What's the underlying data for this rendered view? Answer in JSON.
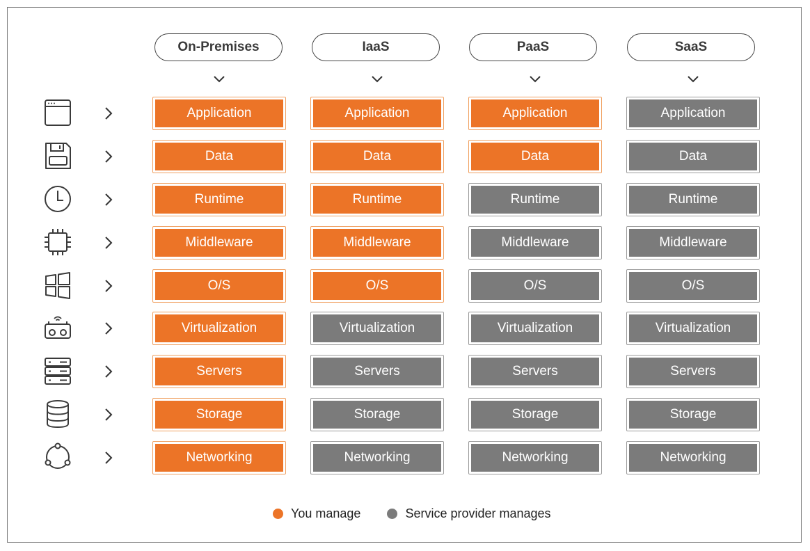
{
  "columns": [
    {
      "label": "On-Premises"
    },
    {
      "label": "IaaS"
    },
    {
      "label": "PaaS"
    },
    {
      "label": "SaaS"
    }
  ],
  "rows": [
    {
      "label": "Application",
      "icon": "browser-window-icon",
      "managed_by": [
        "you",
        "you",
        "you",
        "provider"
      ]
    },
    {
      "label": "Data",
      "icon": "floppy-disk-icon",
      "managed_by": [
        "you",
        "you",
        "you",
        "provider"
      ]
    },
    {
      "label": "Runtime",
      "icon": "clock-icon",
      "managed_by": [
        "you",
        "you",
        "provider",
        "provider"
      ]
    },
    {
      "label": "Middleware",
      "icon": "cpu-chip-icon",
      "managed_by": [
        "you",
        "you",
        "provider",
        "provider"
      ]
    },
    {
      "label": "O/S",
      "icon": "windows-logo-icon",
      "managed_by": [
        "you",
        "you",
        "provider",
        "provider"
      ]
    },
    {
      "label": "Virtualization",
      "icon": "vr-headset-icon",
      "managed_by": [
        "you",
        "provider",
        "provider",
        "provider"
      ]
    },
    {
      "label": "Servers",
      "icon": "server-rack-icon",
      "managed_by": [
        "you",
        "provider",
        "provider",
        "provider"
      ]
    },
    {
      "label": "Storage",
      "icon": "database-icon",
      "managed_by": [
        "you",
        "provider",
        "provider",
        "provider"
      ]
    },
    {
      "label": "Networking",
      "icon": "network-nodes-icon",
      "managed_by": [
        "you",
        "provider",
        "provider",
        "provider"
      ]
    }
  ],
  "legend": {
    "you": {
      "label": "You manage",
      "color": "#ec7427"
    },
    "provider": {
      "label": "Service provider manages",
      "color": "#7b7b7b"
    }
  }
}
